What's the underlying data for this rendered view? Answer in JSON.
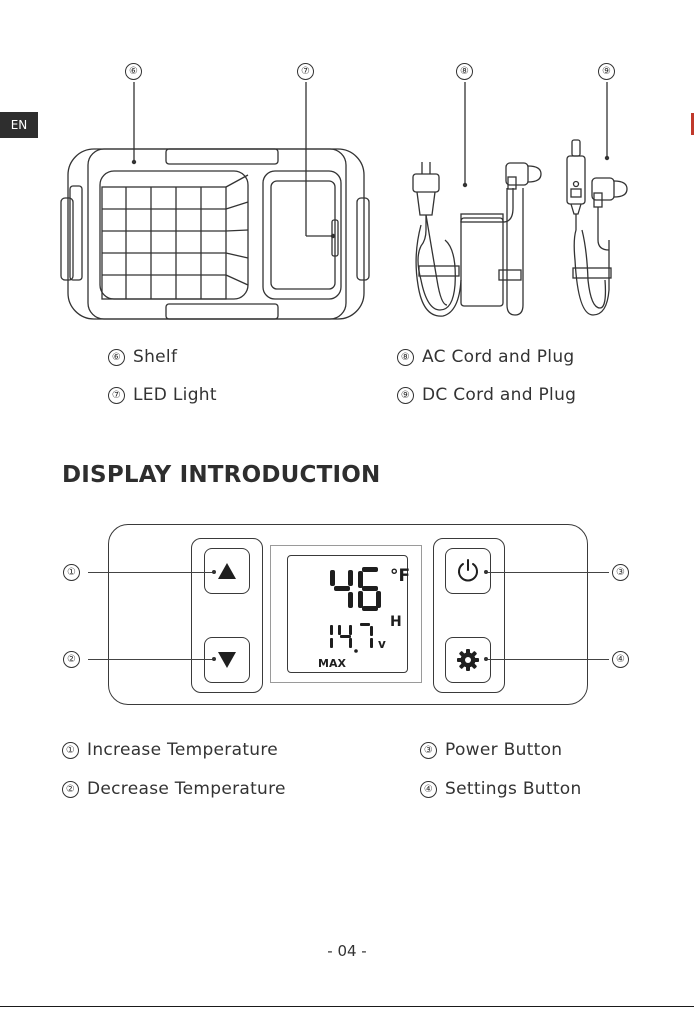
{
  "language_tab": "EN",
  "top_callouts": [
    {
      "num": "⑥",
      "label": "Shelf"
    },
    {
      "num": "⑦",
      "label": "LED Light"
    },
    {
      "num": "⑧",
      "label": "AC Cord and Plug"
    },
    {
      "num": "⑨",
      "label": "DC Cord and Plug"
    }
  ],
  "section_title": "DISPLAY INTRODUCTION",
  "display": {
    "temperature": "46",
    "temperature_unit": "°F",
    "voltage": "14.7",
    "voltage_unit": "v",
    "mode": "MAX",
    "power_level": "H"
  },
  "display_callouts": [
    {
      "num": "①",
      "label": "Increase Temperature"
    },
    {
      "num": "②",
      "label": "Decrease Temperature"
    },
    {
      "num": "③",
      "label": "Power Button"
    },
    {
      "num": "④",
      "label": "Settings Button"
    }
  ],
  "page_number": "- 04 -",
  "icons": {
    "increase": "triangle-up-icon",
    "decrease": "triangle-down-icon",
    "power": "power-icon",
    "settings": "gear-icon"
  }
}
